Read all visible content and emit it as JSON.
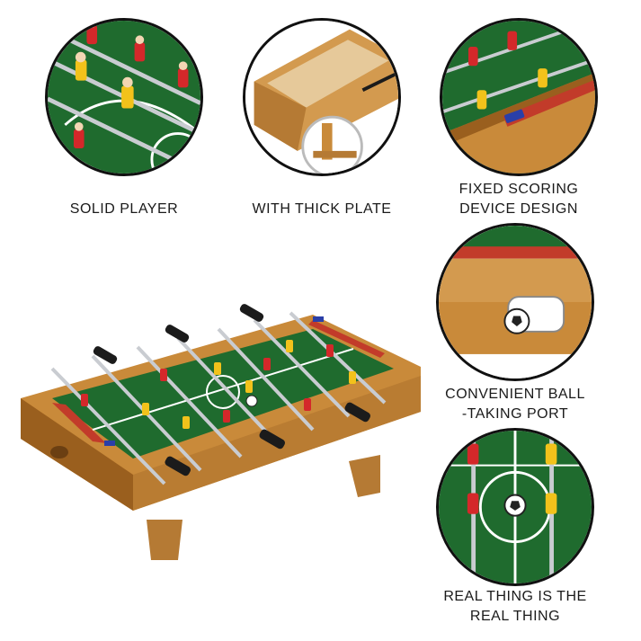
{
  "features": [
    {
      "id": "solid-player",
      "caption_lines": [
        "SOLID PLAYER"
      ]
    },
    {
      "id": "thick-plate",
      "caption_lines": [
        "WITH THICK PLATE"
      ]
    },
    {
      "id": "scoring-device",
      "caption_lines": [
        "FIXED SCORING",
        "DEVICE DESIGN"
      ]
    },
    {
      "id": "ball-port",
      "caption_lines": [
        "CONVENIENT BALL",
        "-TAKING PORT"
      ]
    },
    {
      "id": "real-thing",
      "caption_lines": [
        "REAL THING IS THE",
        "REAL THING"
      ]
    }
  ],
  "colors": {
    "field_green": "#1f6b2e",
    "wood": "#c98a3a",
    "wood_dark": "#9a5f1e",
    "team_red": "#d4282a",
    "team_yellow": "#f2c21b",
    "rod_silver": "#c9ccd1",
    "handle_black": "#1b1b1b"
  }
}
